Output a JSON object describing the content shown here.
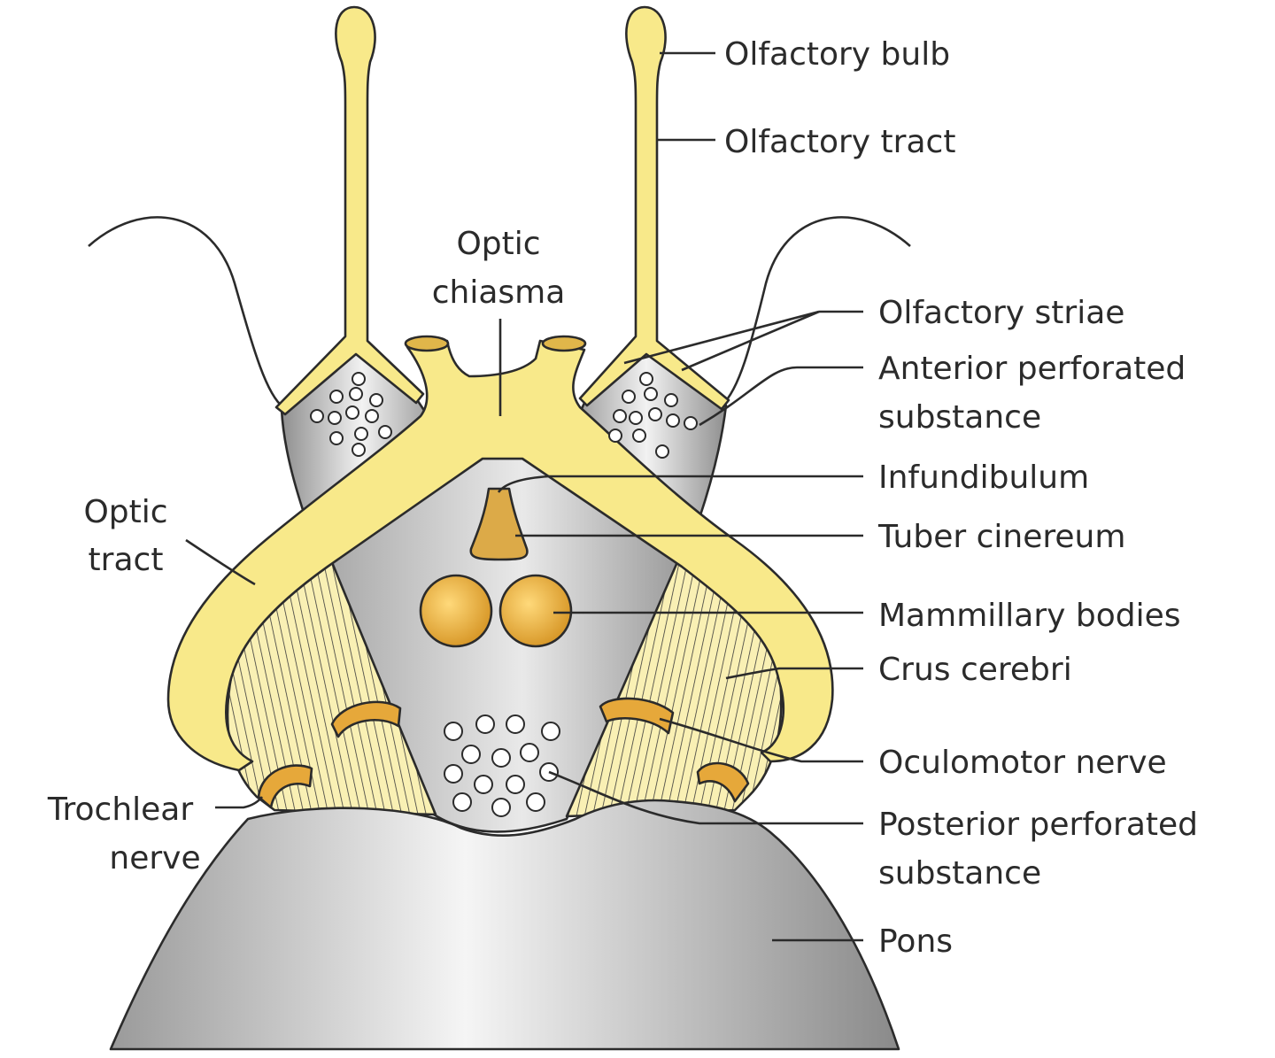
{
  "labels": {
    "olfactory_bulb": "Olfactory bulb",
    "olfactory_tract": "Olfactory tract",
    "optic_chiasma_line1": "Optic",
    "optic_chiasma_line2": "chiasma",
    "olfactory_striae": "Olfactory striae",
    "anterior_perforated_line1": "Anterior perforated",
    "anterior_perforated_line2": "substance",
    "infundibulum": "Infundibulum",
    "tuber_cinereum": "Tuber cinereum",
    "optic_tract_line1": "Optic",
    "optic_tract_line2": "tract",
    "mammillary_bodies": "Mammillary bodies",
    "crus_cerebri": "Crus cerebri",
    "oculomotor_nerve": "Oculomotor nerve",
    "trochlear_line1": "Trochlear",
    "trochlear_line2": "nerve",
    "posterior_perforated_line1": "Posterior perforated",
    "posterior_perforated_line2": "substance",
    "pons": "Pons"
  },
  "colors": {
    "nerve_yellow": "#f8e98a",
    "striated_yellow": "#f9f0b4",
    "gray_matter": "#c8c8c8",
    "mammillary_orange": "#e6a83a",
    "outline": "#2b2b2b"
  }
}
